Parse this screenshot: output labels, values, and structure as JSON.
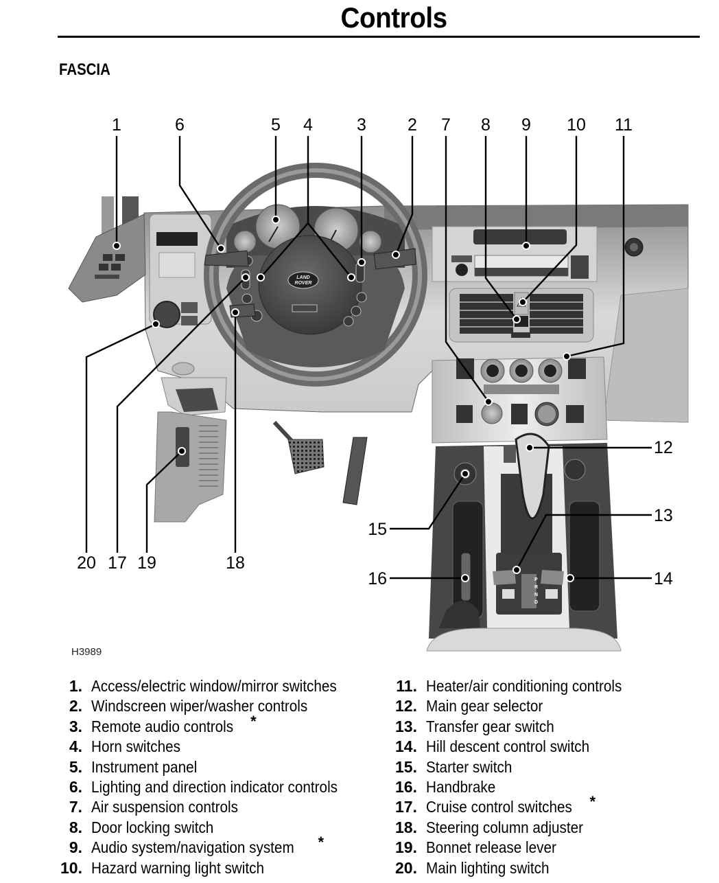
{
  "header": {
    "title": "Controls"
  },
  "section": {
    "heading": "FASCIA"
  },
  "figure": {
    "code": "H3989",
    "callouts": {
      "c1": "1",
      "c2": "2",
      "c3": "3",
      "c4": "4",
      "c5": "5",
      "c6": "6",
      "c7": "7",
      "c8": "8",
      "c9": "9",
      "c10": "10",
      "c11": "11",
      "c12": "12",
      "c13": "13",
      "c14": "14",
      "c15": "15",
      "c16": "16",
      "c17": "17",
      "c18": "18",
      "c19": "19",
      "c20": "20"
    },
    "badge_text": {
      "logo_line1": "LAND",
      "logo_line2": "ROVER",
      "gear_positions": [
        "P",
        "R",
        "N",
        "D"
      ]
    }
  },
  "legend": {
    "left": [
      {
        "num": "1.",
        "label": "Access/electric window/mirror switches",
        "star": ""
      },
      {
        "num": "2.",
        "label": "Windscreen wiper/washer controls",
        "star": ""
      },
      {
        "num": "3.",
        "label": "Remote audio controls",
        "star": "*"
      },
      {
        "num": "4.",
        "label": "Horn switches",
        "star": ""
      },
      {
        "num": "5.",
        "label": "Instrument panel",
        "star": ""
      },
      {
        "num": "6.",
        "label": "Lighting and direction indicator controls",
        "star": ""
      },
      {
        "num": "7.",
        "label": "Air suspension controls",
        "star": ""
      },
      {
        "num": "8.",
        "label": "Door locking switch",
        "star": ""
      },
      {
        "num": "9.",
        "label": "Audio system/navigation system",
        "star": "*"
      },
      {
        "num": "10.",
        "label": "Hazard warning light switch",
        "star": ""
      }
    ],
    "right": [
      {
        "num": "11.",
        "label": "Heater/air conditioning controls",
        "star": ""
      },
      {
        "num": "12.",
        "label": "Main gear selector",
        "star": ""
      },
      {
        "num": "13.",
        "label": "Transfer gear switch",
        "star": ""
      },
      {
        "num": "14.",
        "label": "Hill descent control switch",
        "star": ""
      },
      {
        "num": "15.",
        "label": "Starter switch",
        "star": ""
      },
      {
        "num": "16.",
        "label": "Handbrake",
        "star": ""
      },
      {
        "num": "17.",
        "label": "Cruise control switches",
        "star": "*"
      },
      {
        "num": "18.",
        "label": "Steering column adjuster",
        "star": ""
      },
      {
        "num": "19.",
        "label": "Bonnet release lever",
        "star": ""
      },
      {
        "num": "20.",
        "label": "Main lighting switch",
        "star": ""
      }
    ]
  }
}
